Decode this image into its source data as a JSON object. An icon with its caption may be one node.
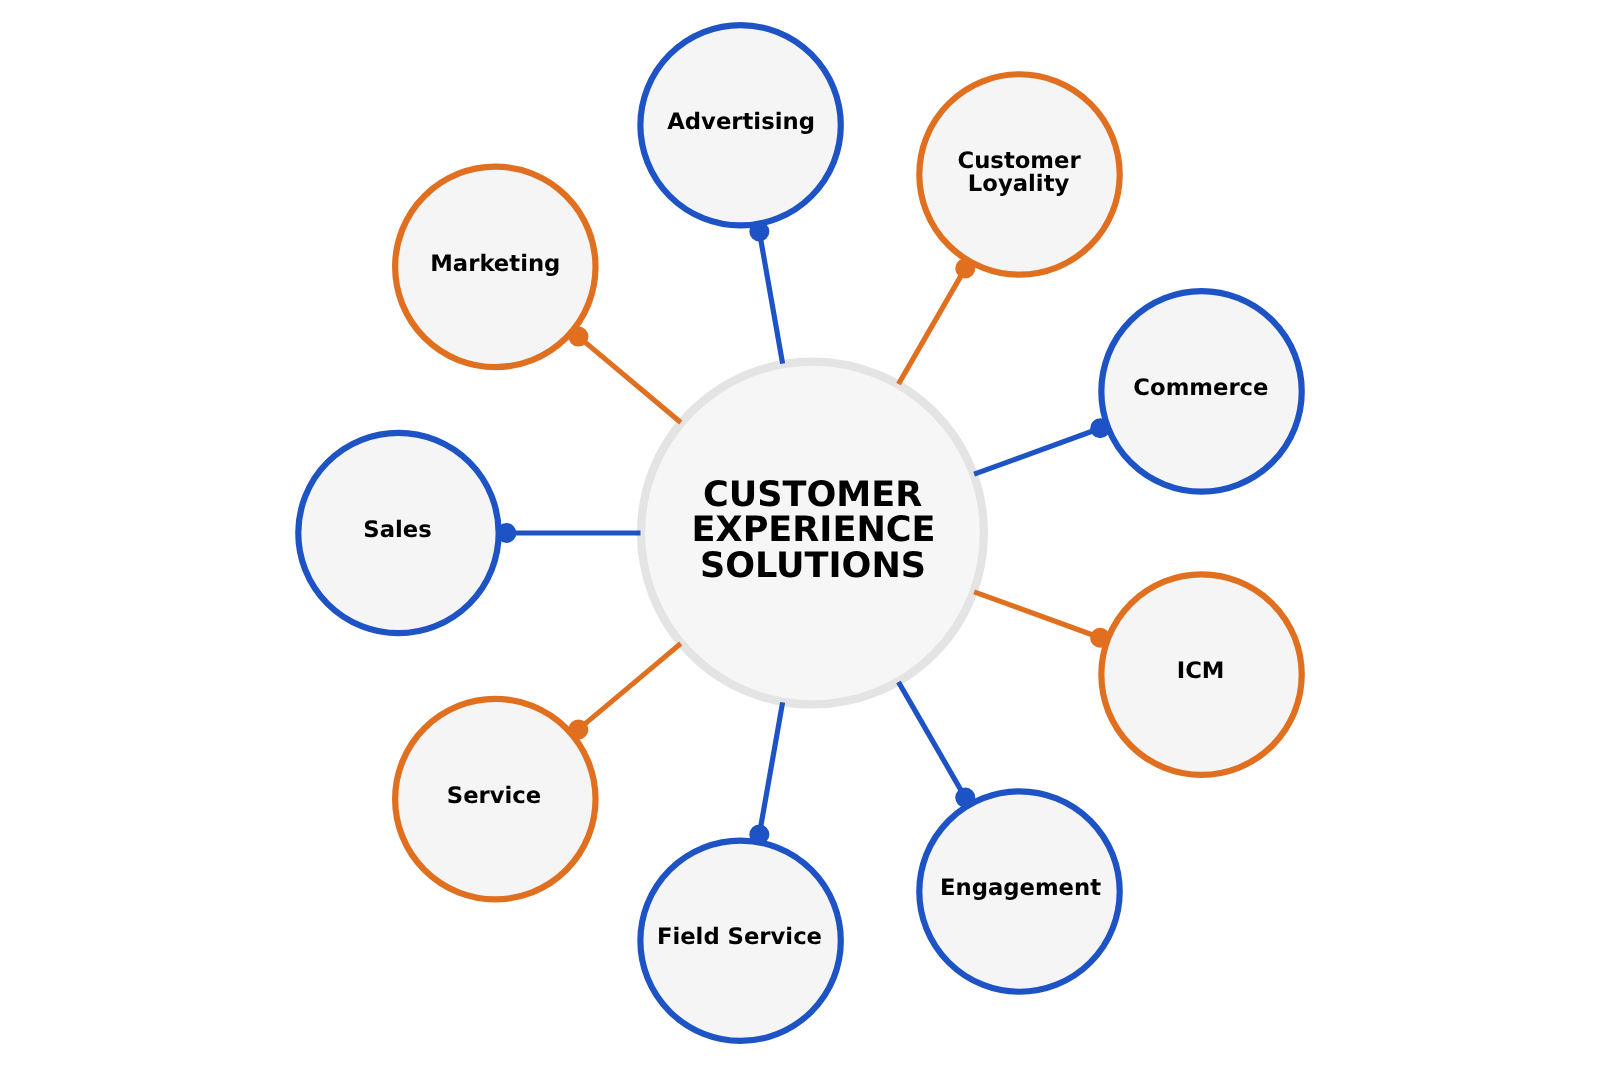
{
  "diagram": {
    "nodes": [
      {
        "text": [
          "CUSTOMER EXPERIENCE SOLUTIONS"
        ]
      },
      {
        "text": [
          "Advertising"
        ]
      },
      {
        "text": [
          "Marketing"
        ]
      },
      {
        "text": [
          "Sales"
        ]
      },
      {
        "text": [
          "Service"
        ]
      },
      {
        "text": [
          "Field Service"
        ]
      },
      {
        "text": [
          "Customer Loyality"
        ]
      },
      {
        "text": [
          "Commerce"
        ]
      },
      {
        "text": [
          "ICM"
        ]
      },
      {
        "text": [
          "Engagement"
        ]
      }
    ],
    "edges": [
      {
        "from": 0,
        "to": 7,
        "arrow": "other"
      },
      {
        "from": 0,
        "to": 6,
        "arrow": "other",
        "color": "#e0701f"
      },
      {
        "from": 0,
        "to": 1,
        "arrow": "other"
      },
      {
        "from": 0,
        "to": 2,
        "arrow": "other",
        "color": "#e0701f"
      },
      {
        "from": 0,
        "to": 3,
        "arrow": "other"
      },
      {
        "from": 0,
        "to": 4,
        "arrow": "other",
        "color": "#e0701f"
      },
      {
        "from": 0,
        "to": 5,
        "arrow": "other"
      },
      {
        "from": 0,
        "to": 9,
        "arrow": "other"
      },
      {
        "from": 0,
        "to": 8,
        "arrow": "other",
        "color": "#e0701f"
      }
    ]
  }
}
